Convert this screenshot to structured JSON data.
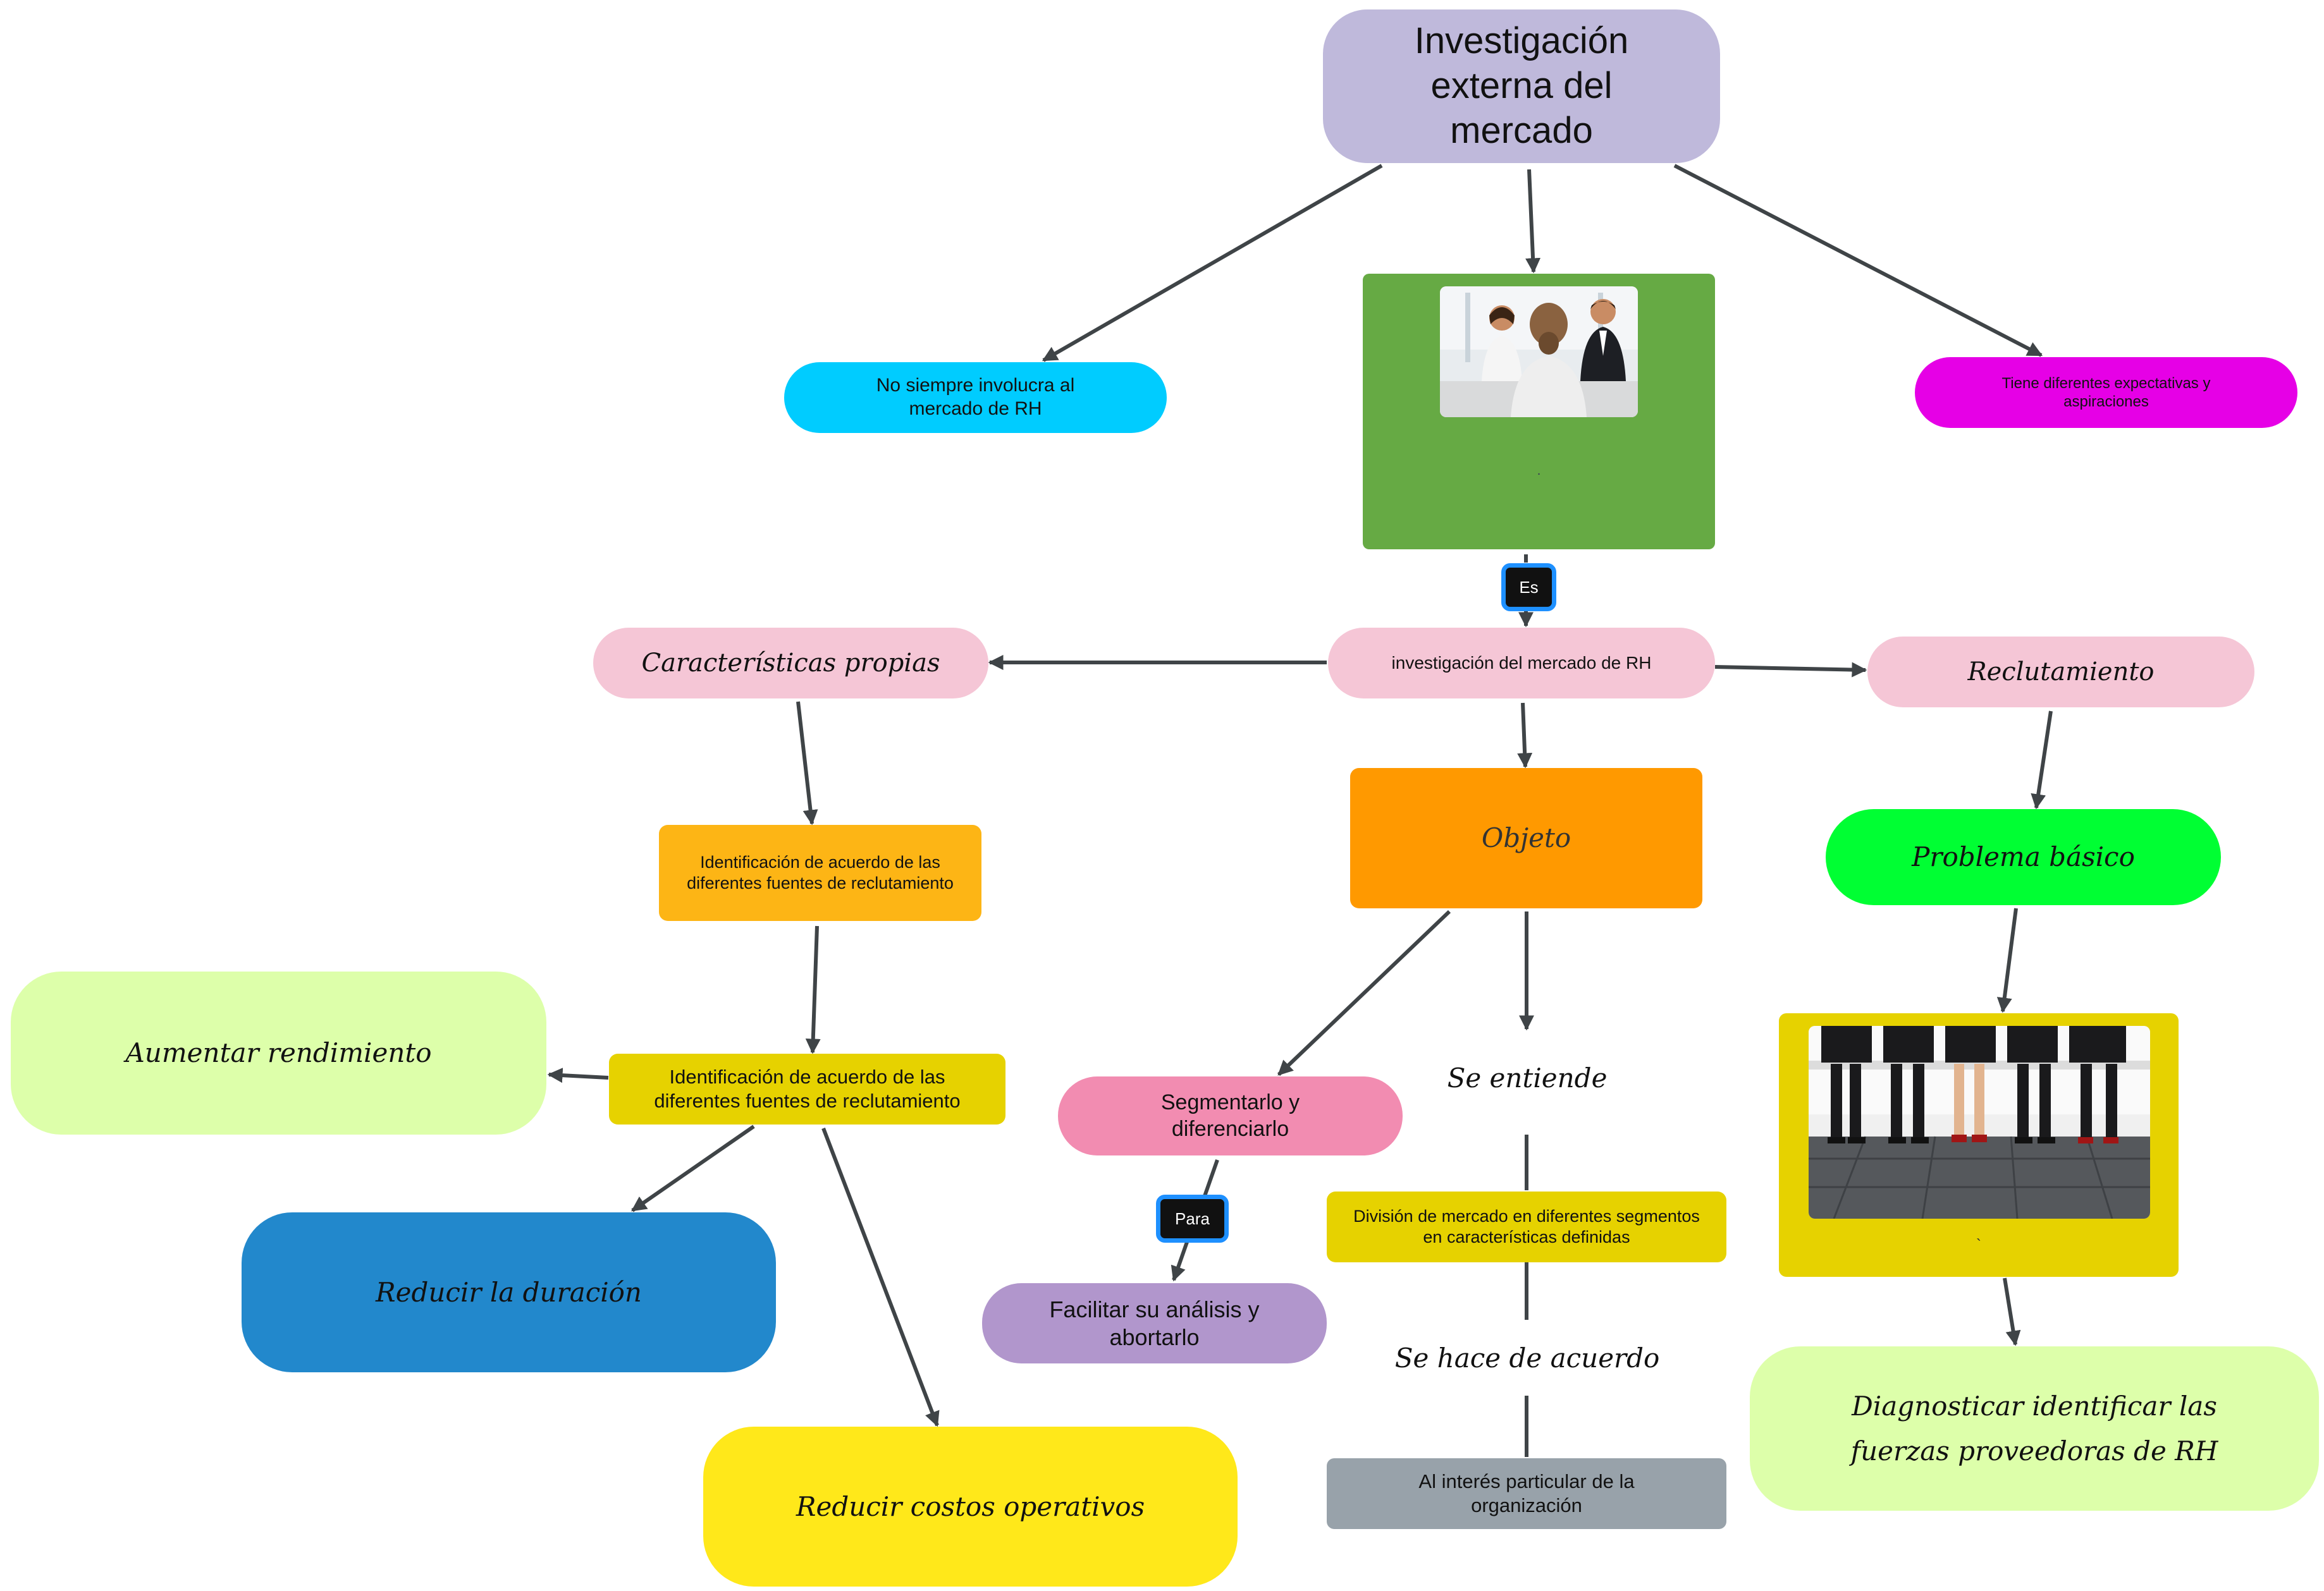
{
  "nodes": {
    "root": "Investigación externa del mercado",
    "left_top": "No siempre involucra al mercado de RH",
    "right_top": "Tiene diferentes expectativas y aspiraciones",
    "green_box_caption": ".",
    "tag_es": "Es",
    "center": "investigación del mercado de RH",
    "caracteristicas": "Características propias",
    "reclutamiento": "Reclutamiento",
    "ident1": "Identificación de acuerdo de las diferentes fuentes de reclutamiento",
    "objeto": "Objeto",
    "problema": "Problema básico",
    "ident2": "Identificación de acuerdo de las diferentes fuentes de reclutamiento",
    "aumentar": "Aumentar rendimiento",
    "segmentar": "Segmentarlo y diferenciarlo",
    "se_entiende": "Se entiende",
    "tag_para": "Para",
    "division": "División de mercado en diferentes segmentos en características definidas",
    "reducir_duracion": "Reducir la duración",
    "facilitar": "Facilitar su análisis y abortarlo",
    "se_hace": "Se hace de acuerdo",
    "reducir_costos": "Reducir costos operativos",
    "interes": "Al interés particular de la organización",
    "yellow_box_caption": "`",
    "diagnosticar": "Diagnosticar identificar las fuerzas proveedoras de RH"
  },
  "images": {
    "interview_photo": "interview-photo",
    "candidates_photo": "candidates-waiting-photo"
  },
  "colors": {
    "root": "#BFB9DB",
    "left_top": "#00CCFF",
    "right_top": "#E600E6",
    "green_box": "#66AA44",
    "pink": "#F5C6D6",
    "ident1": "#FDB515",
    "objeto": "#FF9900",
    "problema": "#00FF33",
    "ident2": "#E6D200",
    "aumentar": "#DDFFAA",
    "segmentar": "#F28CB1",
    "division": "#E6D200",
    "reducir_duracion": "#2288CC",
    "facilitar": "#B196CC",
    "reducir_costos": "#FFE81A",
    "interes": "#98A2AA",
    "yellow_box": "#E6D200",
    "diagnosticar": "#DDFFAA",
    "edge": "#3f4447"
  }
}
